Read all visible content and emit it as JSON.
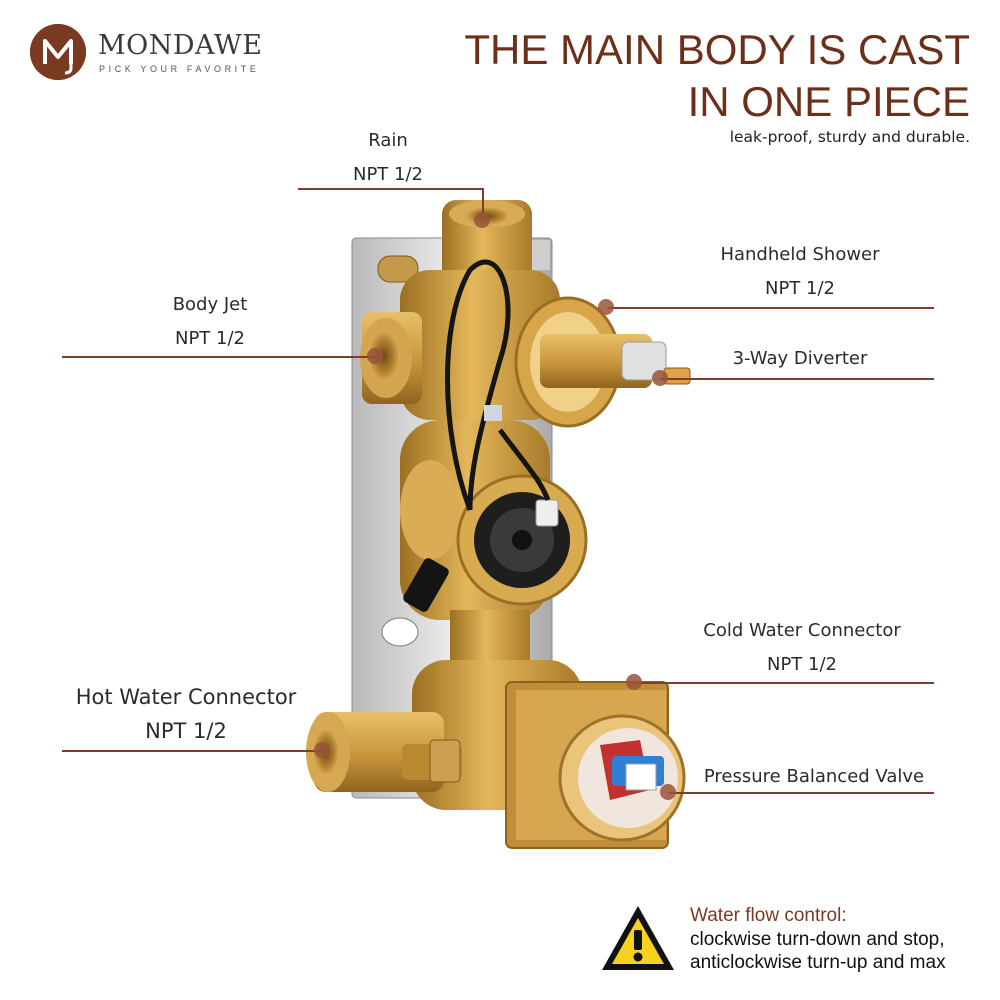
{
  "brand": {
    "name": "MONDAWE",
    "tagline": "PICK YOUR FAVORITE",
    "accent_color": "#7a3a22"
  },
  "headline": {
    "line1": "THE MAIN BODY IS CAST",
    "line2": "IN ONE PIECE",
    "subtitle": "leak-proof, sturdy and durable."
  },
  "callouts": {
    "rain": {
      "name": "Rain",
      "spec": "NPT 1/2"
    },
    "body_jet": {
      "name": "Body Jet",
      "spec": "NPT 1/2"
    },
    "handheld": {
      "name": "Handheld Shower",
      "spec": "NPT 1/2"
    },
    "diverter": {
      "name": "3-Way Diverter"
    },
    "cold": {
      "name": "Cold Water Connector",
      "spec": "NPT 1/2"
    },
    "hot": {
      "name": "Hot Water Connector",
      "spec": "NPT 1/2"
    },
    "pressure": {
      "name": "Pressure Balanced Valve"
    }
  },
  "warning": {
    "title": "Water flow control:",
    "line1": "clockwise turn-down and stop,",
    "line2": "anticlockwise turn-up and max",
    "icon": "warning-triangle-icon"
  },
  "colors": {
    "brass": "#c99a3a",
    "leader": "#7a3f2a",
    "headline": "#6b2f1a"
  }
}
